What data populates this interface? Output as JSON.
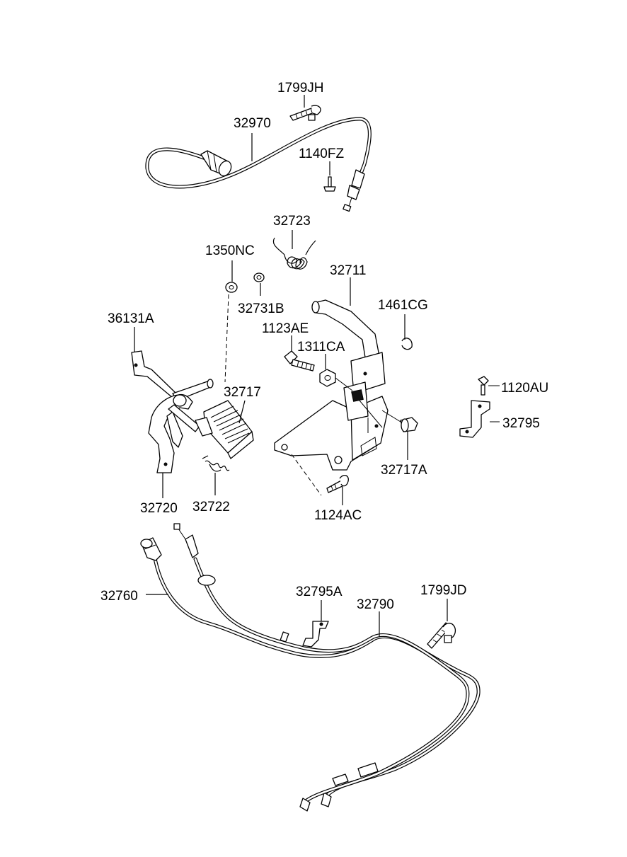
{
  "labels": {
    "p1799JH": "1799JH",
    "p32970": "32970",
    "p1140FZ": "1140FZ",
    "p32723": "32723",
    "p1350NC": "1350NC",
    "p32711": "32711",
    "p32731B": "32731B",
    "p1461CG": "1461CG",
    "p36131A": "36131A",
    "p1123AE": "1123AE",
    "p1311CA": "1311CA",
    "p1120AU": "1120AU",
    "p32717": "32717",
    "p32795": "32795",
    "p32717A": "32717A",
    "p32720": "32720",
    "p32722": "32722",
    "p1124AC": "1124AC",
    "p32795A": "32795A",
    "p1799JD": "1799JD",
    "p32760": "32760",
    "p32790": "32790"
  }
}
